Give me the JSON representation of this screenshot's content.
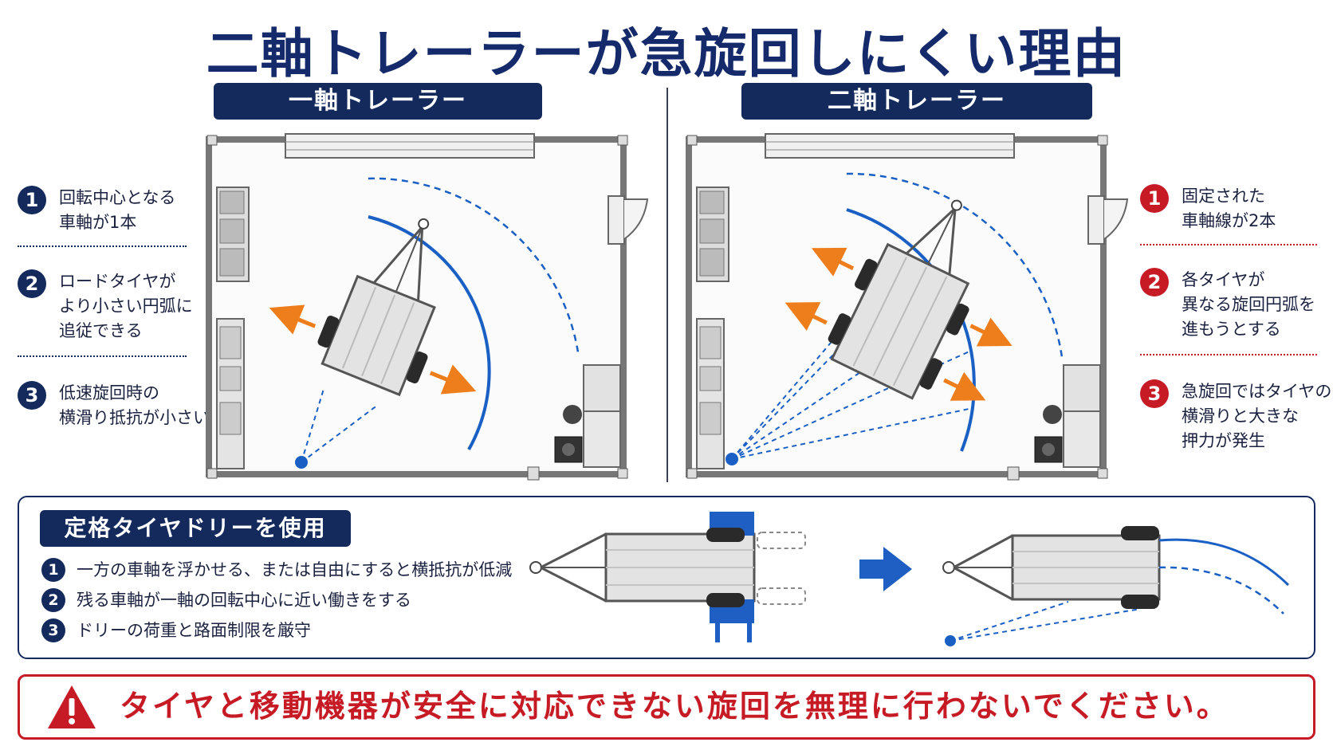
{
  "title": "二軸トレーラーが急旋回しにくい理由",
  "left_section": {
    "label": "一軸トレーラー",
    "points": [
      {
        "num": "1",
        "line1": "回転中心となる",
        "line2": "車軸が1本",
        "line3": ""
      },
      {
        "num": "2",
        "line1": "ロードタイヤが",
        "line2": "より小さい円弧に",
        "line3": "追従できる"
      },
      {
        "num": "3",
        "line1": "低速旋回時の",
        "line2": "横滑り抵抗が小さい",
        "line3": ""
      }
    ]
  },
  "right_section": {
    "label": "二軸トレーラー",
    "points": [
      {
        "num": "1",
        "line1": "固定された",
        "line2": "車軸線が2本",
        "line3": ""
      },
      {
        "num": "2",
        "line1": "各タイヤが",
        "line2": "異なる旋回円弧を",
        "line3": "進もうとする"
      },
      {
        "num": "3",
        "line1": "急旋回ではタイヤの",
        "line2": "横滑りと大きな",
        "line3": "押力が発生"
      }
    ]
  },
  "dolly": {
    "label": "定格タイヤドリーを使用",
    "steps": [
      {
        "num": "1",
        "text": "一方の車軸を浮かせる、または自由にすると横抵抗が低減"
      },
      {
        "num": "2",
        "text": "残る車軸が一軸の回転中心に近い働きをする"
      },
      {
        "num": "3",
        "text": "ドリーの荷重と路面制限を厳守"
      }
    ]
  },
  "warning": {
    "icon": "warning-triangle-icon",
    "text": "タイヤと移動機器が安全に対応できない旋回を無理に行わないでください。"
  },
  "colors": {
    "navy": "#142a5c",
    "red": "#c61b24",
    "arc_blue": "#1a5fc4",
    "arrow_orange": "#ee7d1c"
  }
}
